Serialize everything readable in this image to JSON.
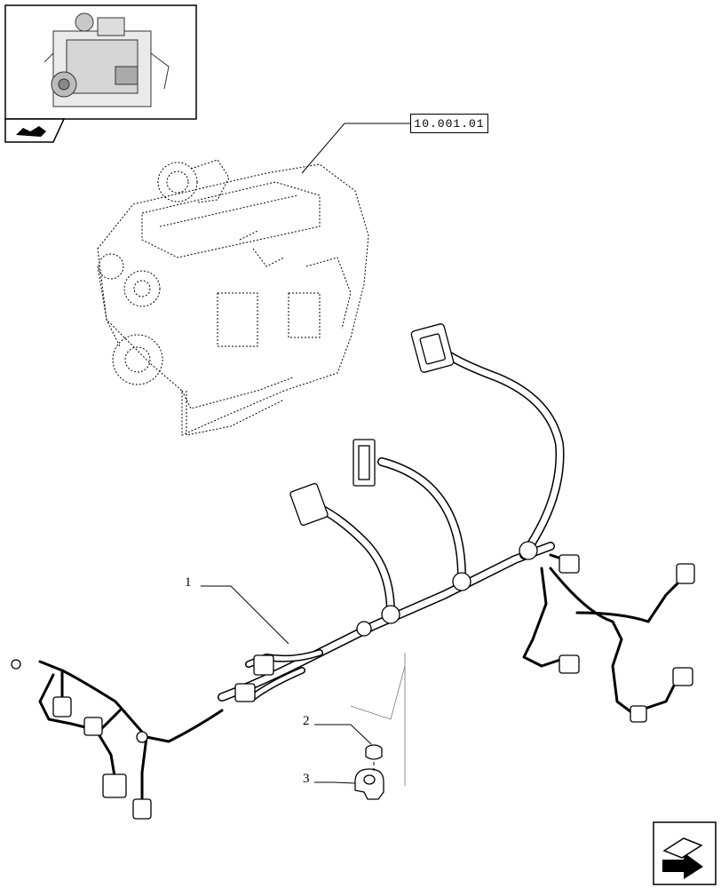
{
  "reference_code": "10.001.01",
  "callouts": [
    "1",
    "2",
    "3"
  ],
  "icons": {
    "thumbnail_badge": "tractor-engine-icon",
    "navigation": "next-page-arrow-icon"
  }
}
